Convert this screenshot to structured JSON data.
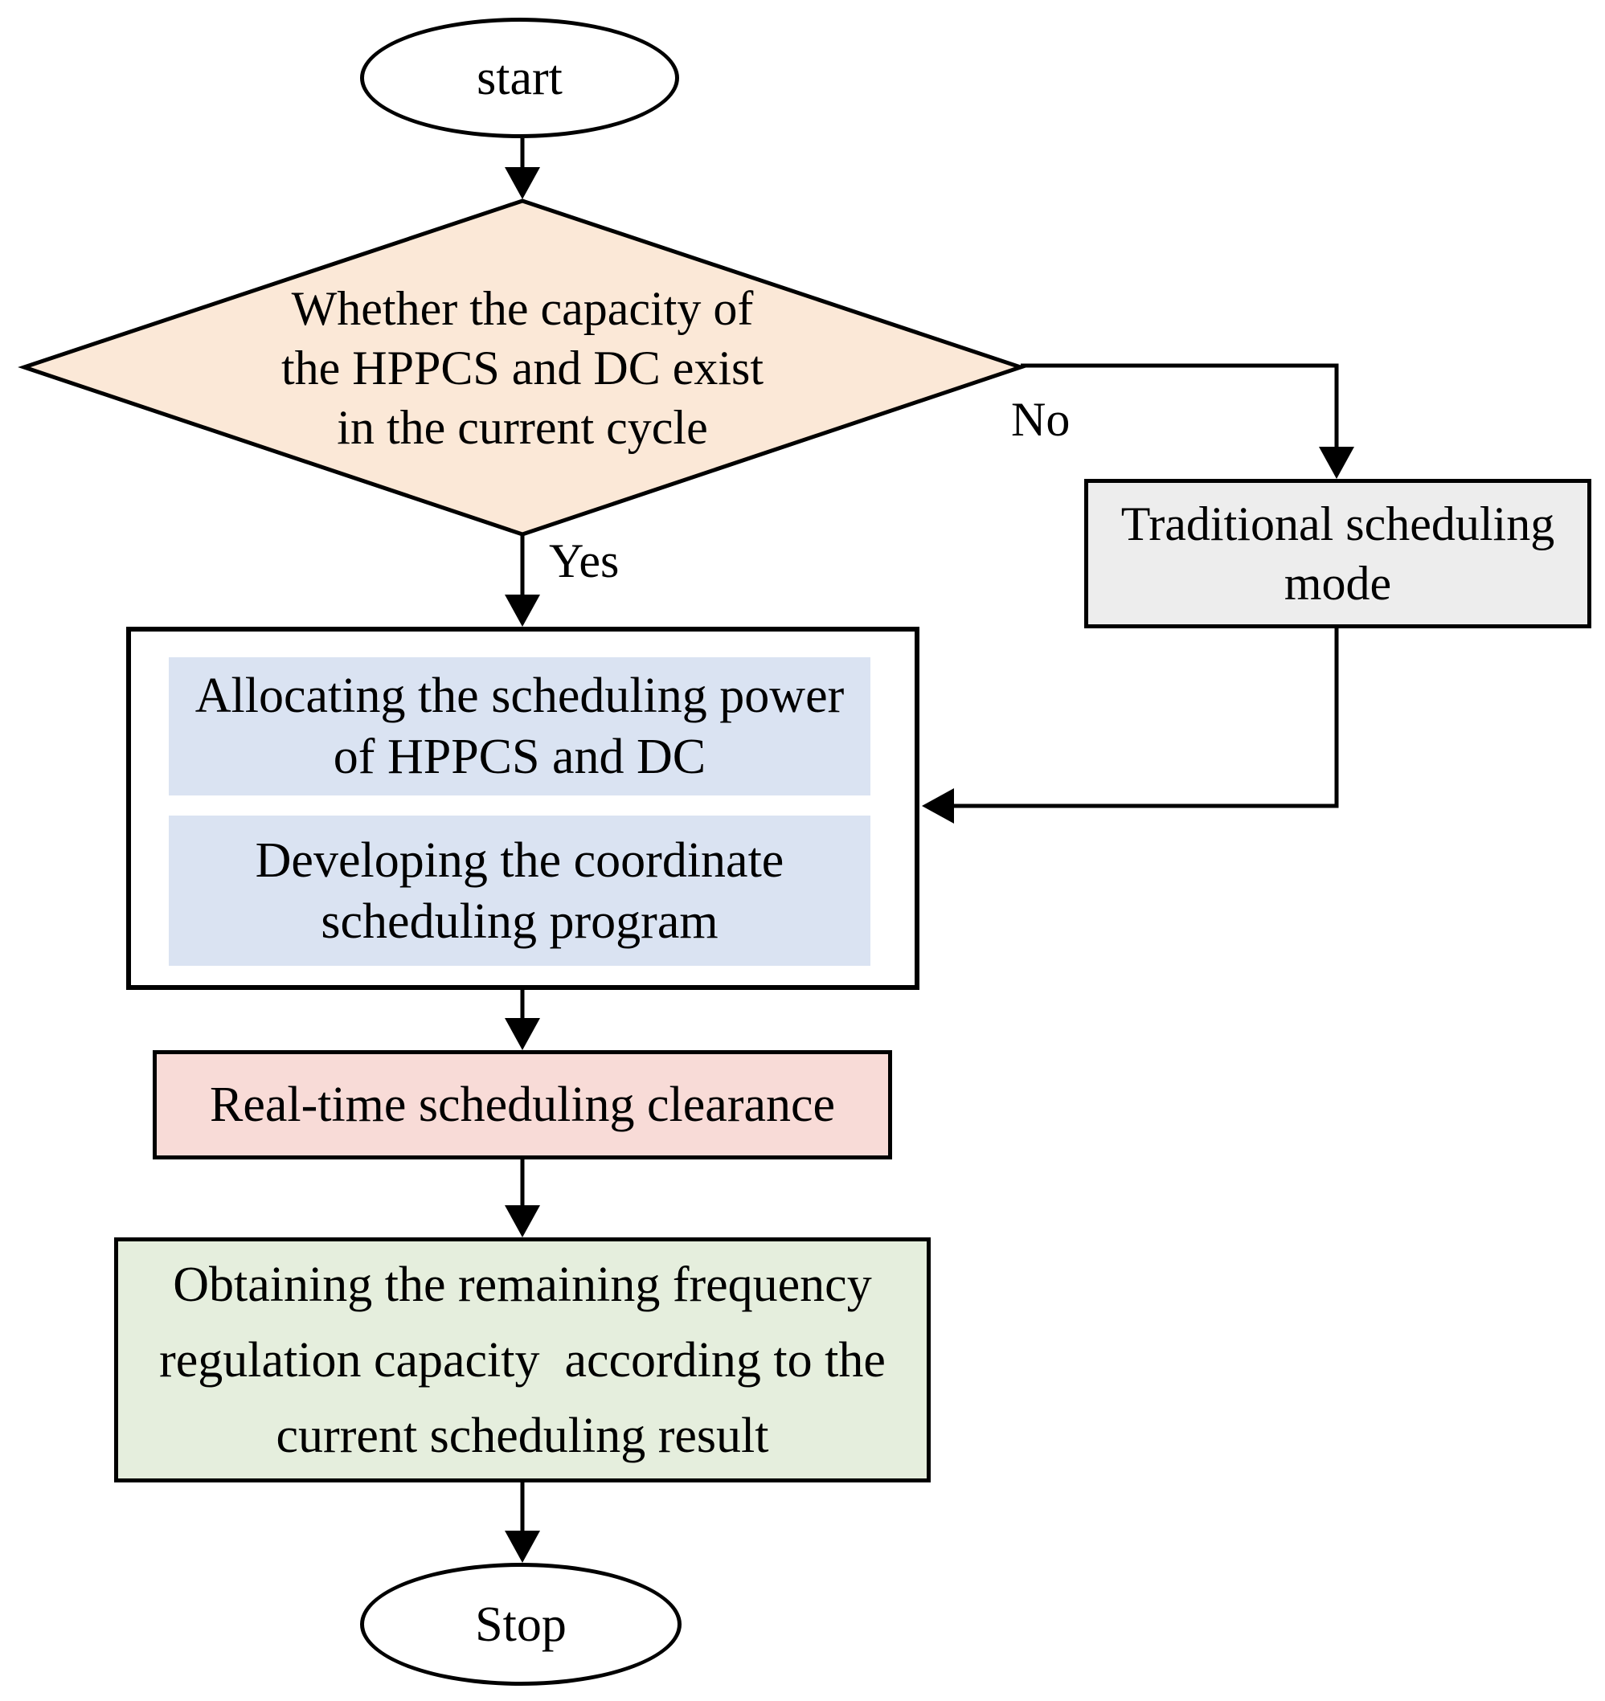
{
  "colors": {
    "decision_fill": "#fbe8d7",
    "traditional_fill": "#ededed",
    "process_fill": "#dae3f2",
    "realtime_fill": "#f8dbd7",
    "obtaining_fill": "#e5eedd",
    "stroke": "#000000",
    "background": "#ffffff"
  },
  "nodes": {
    "start": {
      "label": "start"
    },
    "decision": {
      "label": "Whether the capacity of\nthe HPPCS and DC exist\nin the current cycle"
    },
    "traditional": {
      "label": "Traditional scheduling\nmode"
    },
    "allocating": {
      "label": "Allocating the scheduling power\nof HPPCS and DC"
    },
    "developing": {
      "label": "Developing the coordinate\nscheduling program"
    },
    "realtime": {
      "label": "Real-time scheduling clearance"
    },
    "obtaining": {
      "label": "Obtaining the remaining frequency\nregulation capacity  according to the\ncurrent scheduling result"
    },
    "stop": {
      "label": "Stop"
    }
  },
  "edge_labels": {
    "yes": "Yes",
    "no": "No"
  }
}
